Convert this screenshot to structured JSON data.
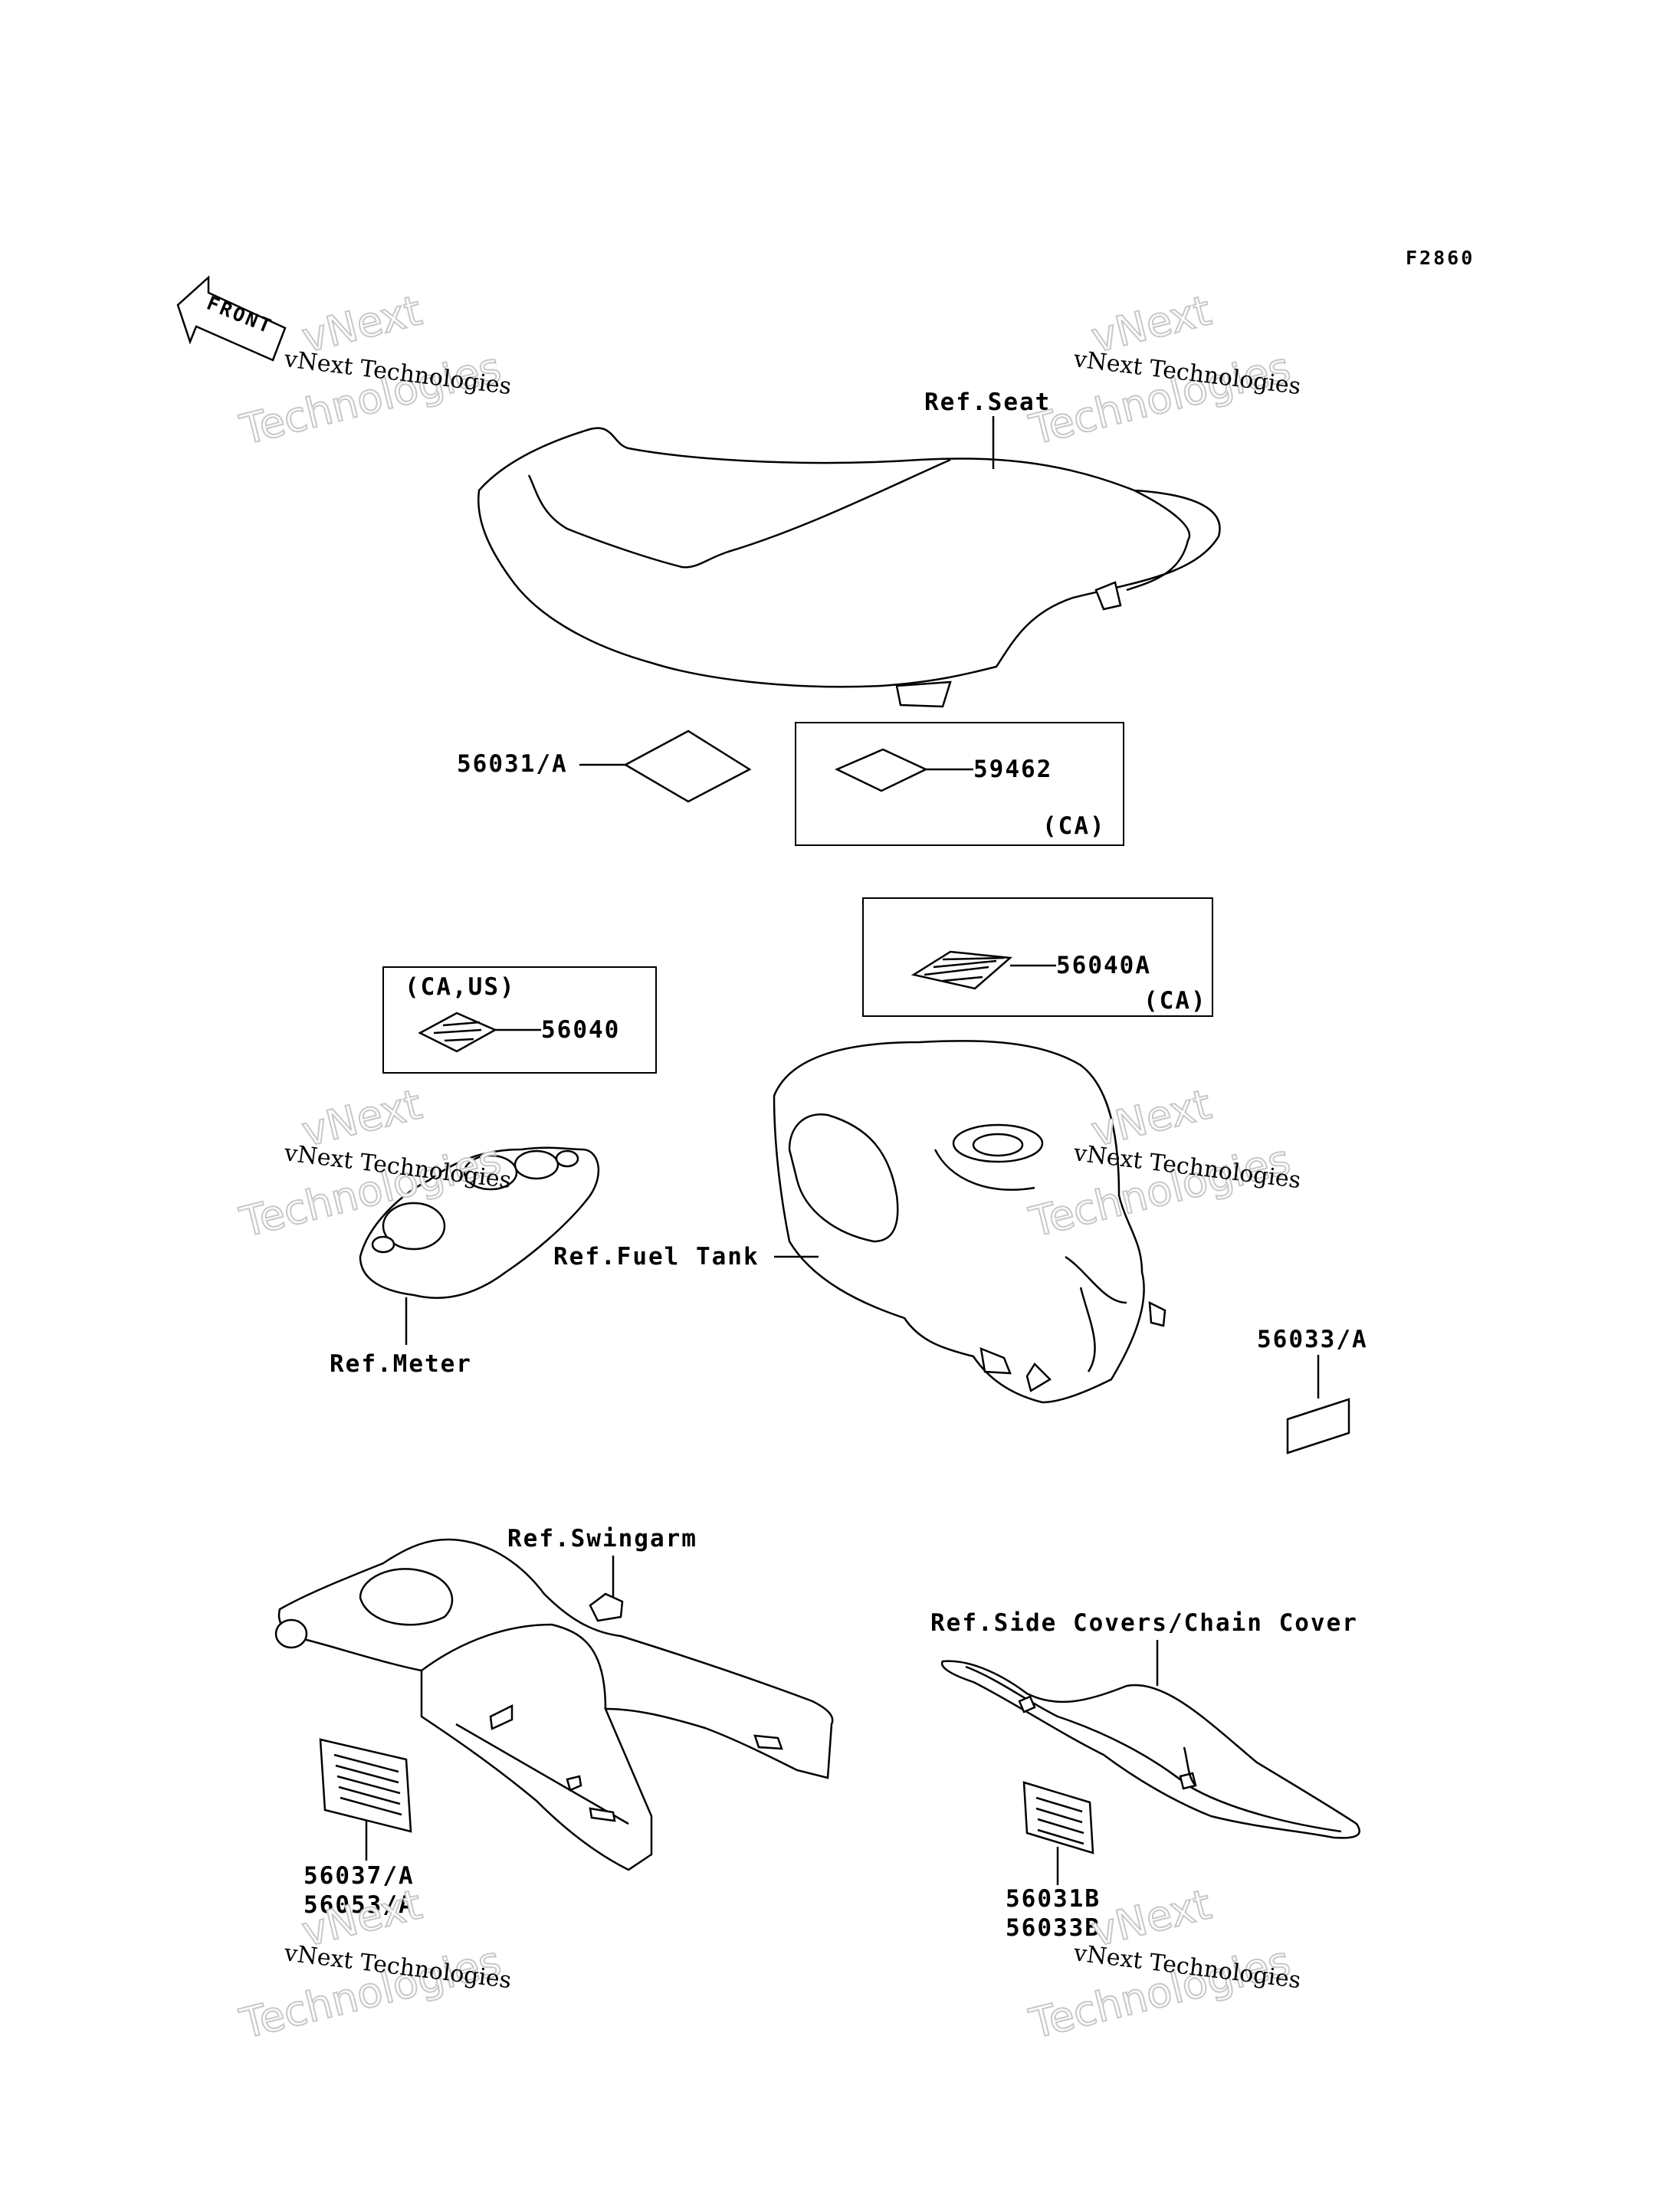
{
  "figure_code": "F2860",
  "front_marker": "FRONT",
  "watermark": {
    "line1": "vNext Technologies",
    "line2": "vNext",
    "line3": "Technologies"
  },
  "references": {
    "seat": "Ref.Seat",
    "fuel_tank": "Ref.Fuel Tank",
    "meter": "Ref.Meter",
    "swingarm": "Ref.Swingarm",
    "side_covers": "Ref.Side Covers/Chain Cover"
  },
  "parts": {
    "p56031a": "56031/A",
    "p59462": "59462",
    "p59462_region": "(CA)",
    "p56040_region": "(CA,US)",
    "p56040": "56040",
    "p56040a": "56040A",
    "p56040a_region": "(CA)",
    "p56033a": "56033/A",
    "p56037a": "56037/A",
    "p56053a": "56053/A",
    "p56031b": "56031B",
    "p56033b": "56033B"
  }
}
